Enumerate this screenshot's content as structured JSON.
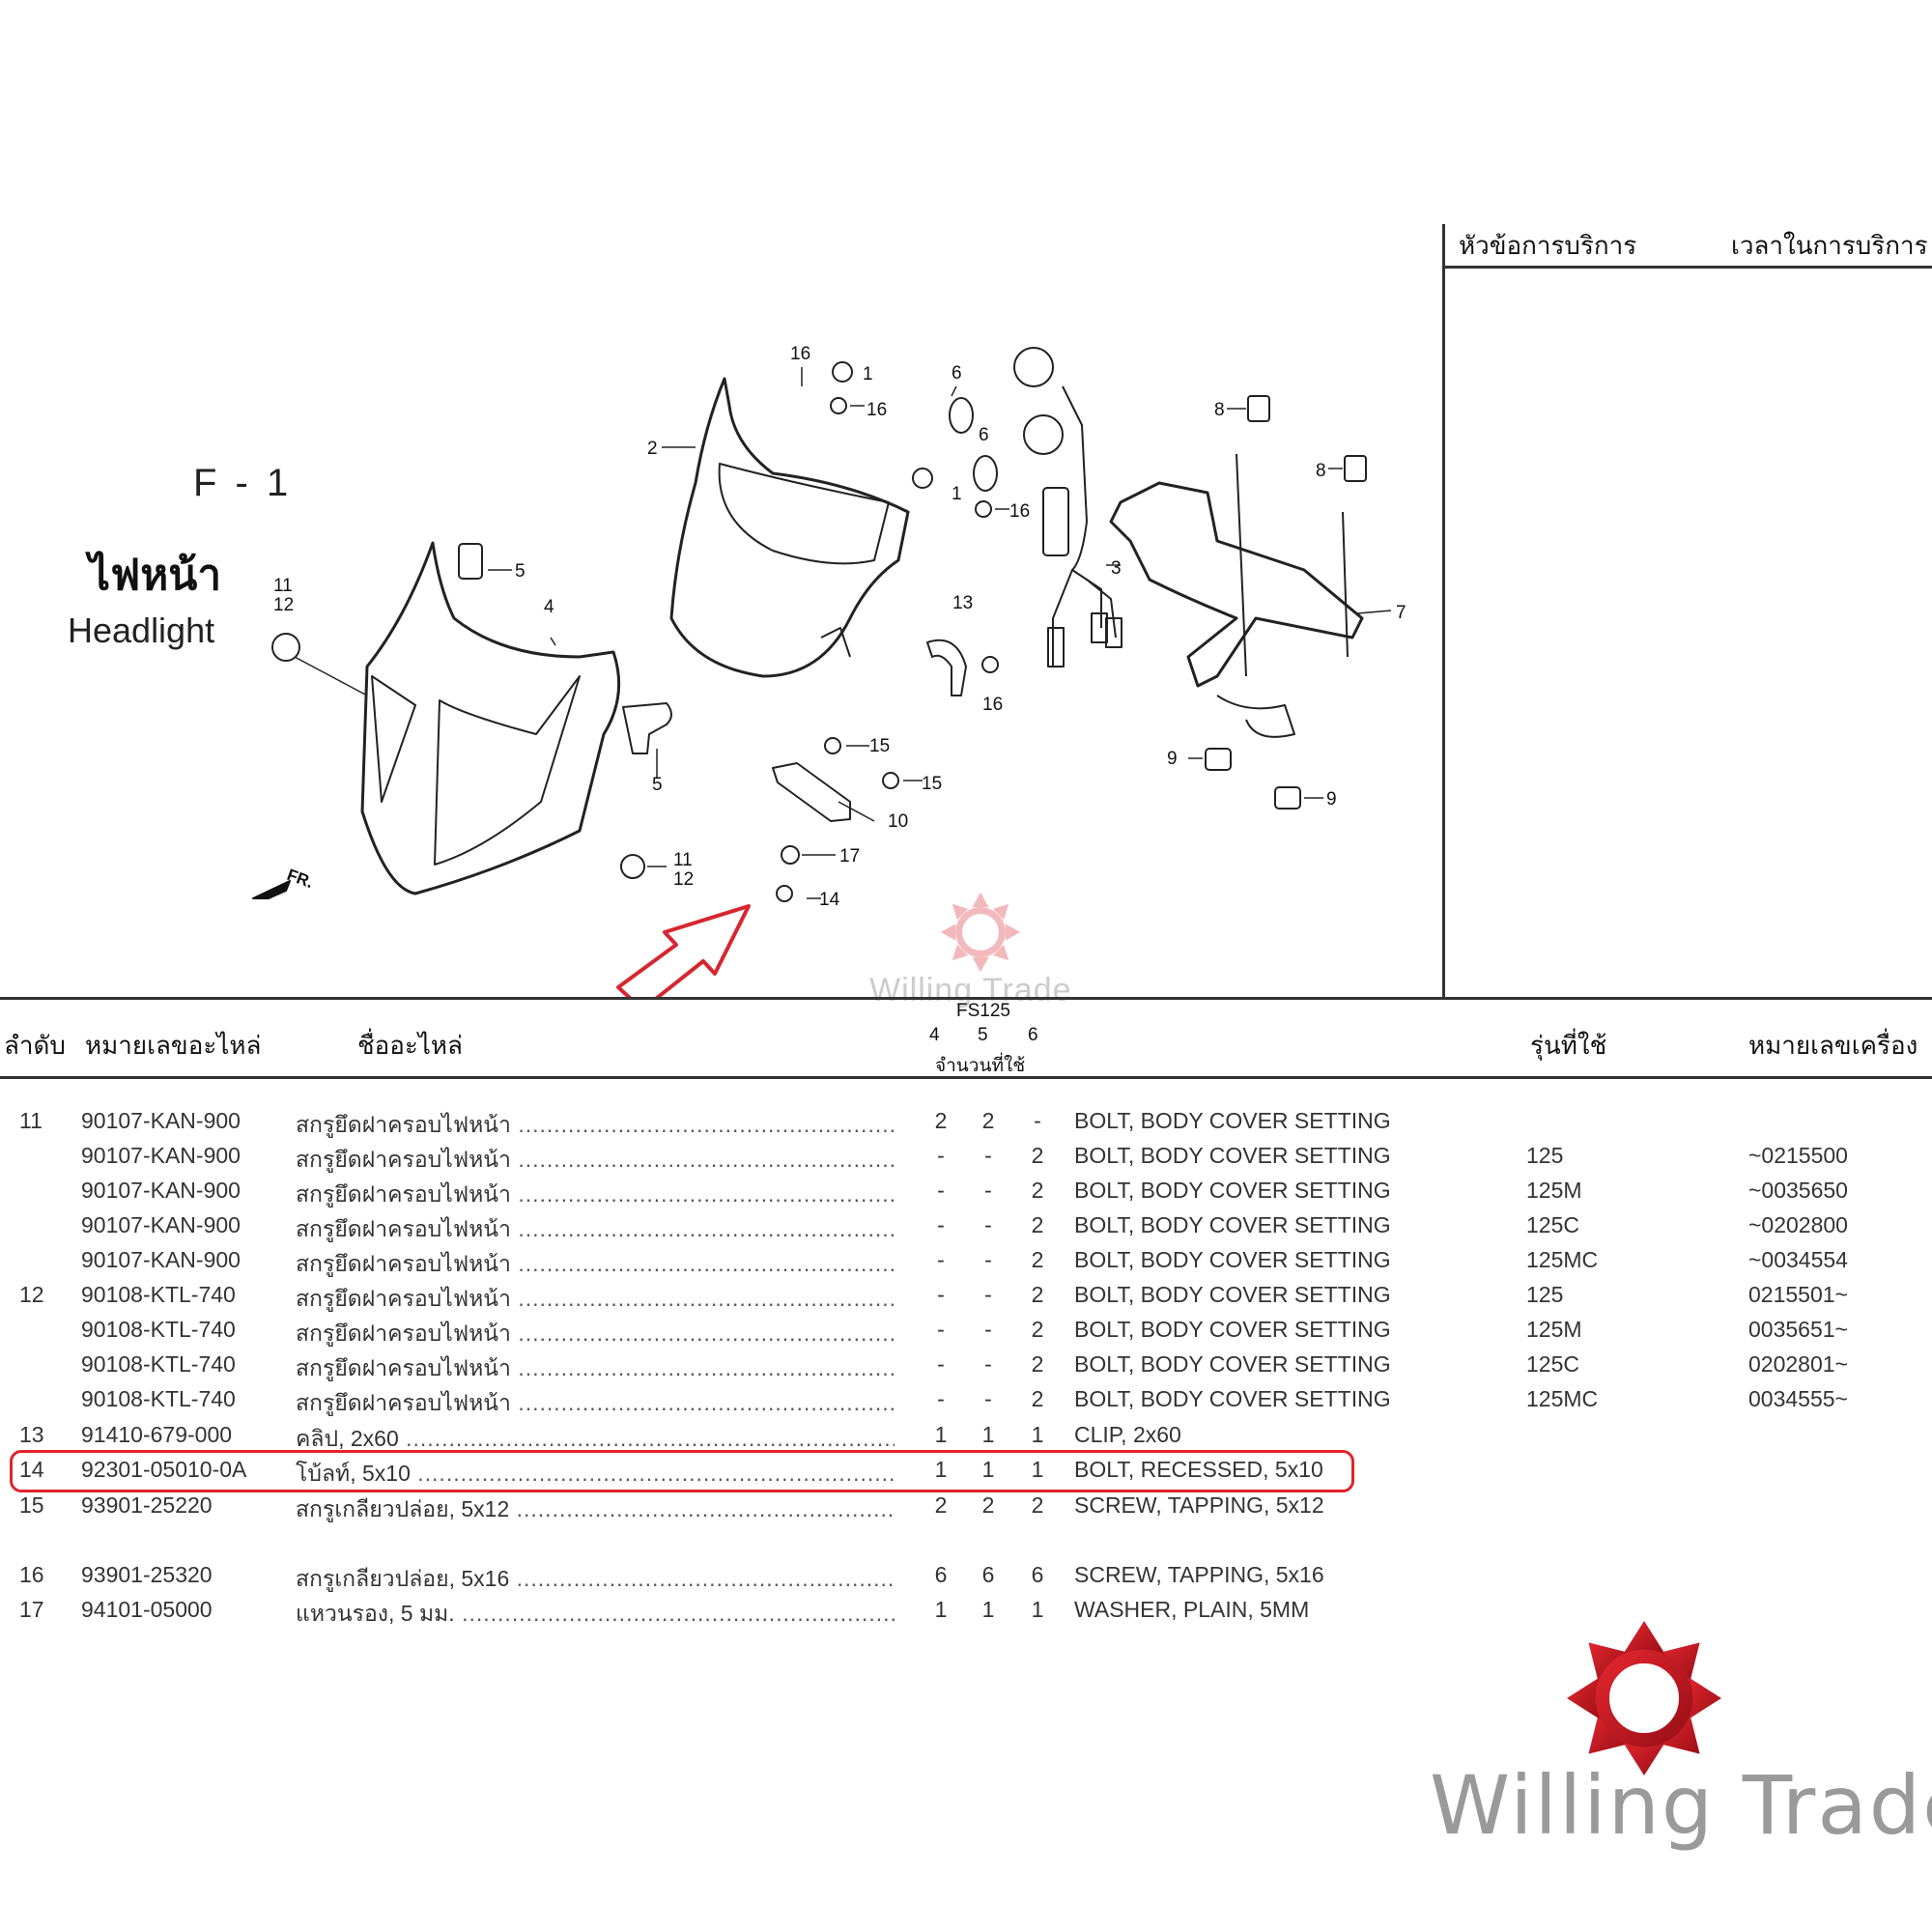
{
  "figure": {
    "code": "F - 1",
    "title_th": "ไฟหน้า",
    "title_en": "Headlight",
    "callouts": [
      "16",
      "1",
      "16",
      "6",
      "6",
      "2",
      "1",
      "16",
      "3",
      "8",
      "8",
      "7",
      "5",
      "4",
      "11",
      "12",
      "13",
      "16",
      "15",
      "15",
      "10",
      "17",
      "14",
      "11",
      "12",
      "5",
      "9",
      "9"
    ],
    "fr_label": "FR."
  },
  "service_panel": {
    "col_topic": "หัวข้อการบริการ",
    "col_time": "เวลาในการบริการ"
  },
  "table": {
    "headers": {
      "no": "ลำดับ",
      "part_no": "หมายเลขอะไหล่",
      "name": "ชื่ออะไหล่",
      "model_group": "FS125",
      "q4": "4",
      "q5": "5",
      "q6": "6",
      "qty": "จำนวนที่ใช้",
      "model": "รุ่นที่ใช้",
      "frame": "หมายเลขเครื่อง"
    },
    "rows": [
      {
        "no": "11",
        "part": "90107-KAN-900",
        "th": "สกรูยึดฝาครอบไฟหน้า",
        "q4": "2",
        "q5": "2",
        "q6": "-",
        "en": "BOLT, BODY COVER SETTING",
        "model": "",
        "frame": ""
      },
      {
        "no": "",
        "part": "90107-KAN-900",
        "th": "สกรูยึดฝาครอบไฟหน้า",
        "q4": "-",
        "q5": "-",
        "q6": "2",
        "en": "BOLT, BODY COVER SETTING",
        "model": "125",
        "frame": "~0215500"
      },
      {
        "no": "",
        "part": "90107-KAN-900",
        "th": "สกรูยึดฝาครอบไฟหน้า",
        "q4": "-",
        "q5": "-",
        "q6": "2",
        "en": "BOLT, BODY COVER SETTING",
        "model": "125M",
        "frame": "~0035650"
      },
      {
        "no": "",
        "part": "90107-KAN-900",
        "th": "สกรูยึดฝาครอบไฟหน้า",
        "q4": "-",
        "q5": "-",
        "q6": "2",
        "en": "BOLT, BODY COVER SETTING",
        "model": "125C",
        "frame": "~0202800"
      },
      {
        "no": "",
        "part": "90107-KAN-900",
        "th": "สกรูยึดฝาครอบไฟหน้า",
        "q4": "-",
        "q5": "-",
        "q6": "2",
        "en": "BOLT, BODY COVER SETTING",
        "model": "125MC",
        "frame": "~0034554"
      },
      {
        "no": "12",
        "part": "90108-KTL-740",
        "th": "สกรูยึดฝาครอบไฟหน้า",
        "q4": "-",
        "q5": "-",
        "q6": "2",
        "en": "BOLT, BODY COVER SETTING",
        "model": "125",
        "frame": "0215501~"
      },
      {
        "no": "",
        "part": "90108-KTL-740",
        "th": "สกรูยึดฝาครอบไฟหน้า",
        "q4": "-",
        "q5": "-",
        "q6": "2",
        "en": "BOLT, BODY COVER SETTING",
        "model": "125M",
        "frame": "0035651~"
      },
      {
        "no": "",
        "part": "90108-KTL-740",
        "th": "สกรูยึดฝาครอบไฟหน้า",
        "q4": "-",
        "q5": "-",
        "q6": "2",
        "en": "BOLT, BODY COVER SETTING",
        "model": "125C",
        "frame": "0202801~"
      },
      {
        "no": "",
        "part": "90108-KTL-740",
        "th": "สกรูยึดฝาครอบไฟหน้า",
        "q4": "-",
        "q5": "-",
        "q6": "2",
        "en": "BOLT, BODY COVER SETTING",
        "model": "125MC",
        "frame": "0034555~"
      },
      {
        "no": "13",
        "part": "91410-679-000",
        "th": "คลิป, 2x60",
        "q4": "1",
        "q5": "1",
        "q6": "1",
        "en": "CLIP, 2x60",
        "model": "",
        "frame": ""
      },
      {
        "no": "14",
        "part": "92301-05010-0A",
        "th": "โบ้ลท์, 5x10",
        "q4": "1",
        "q5": "1",
        "q6": "1",
        "en": "BOLT, RECESSED, 5x10",
        "model": "",
        "frame": ""
      },
      {
        "no": "15",
        "part": "93901-25220",
        "th": "สกรูเกลียวปล่อย, 5x12",
        "q4": "2",
        "q5": "2",
        "q6": "2",
        "en": "SCREW, TAPPING, 5x12",
        "model": "",
        "frame": ""
      },
      {
        "no": "16",
        "part": "93901-25320",
        "th": "สกรูเกลียวปล่อย, 5x16",
        "q4": "6",
        "q5": "6",
        "q6": "6",
        "en": "SCREW, TAPPING, 5x16",
        "model": "",
        "frame": ""
      },
      {
        "no": "17",
        "part": "94101-05000",
        "th": "แหวนรอง, 5 มม.",
        "q4": "1",
        "q5": "1",
        "q6": "1",
        "en": "WASHER, PLAIN, 5MM",
        "model": "",
        "frame": ""
      }
    ]
  },
  "brand": {
    "name": "Willing Trade",
    "color": "#c8202a"
  }
}
